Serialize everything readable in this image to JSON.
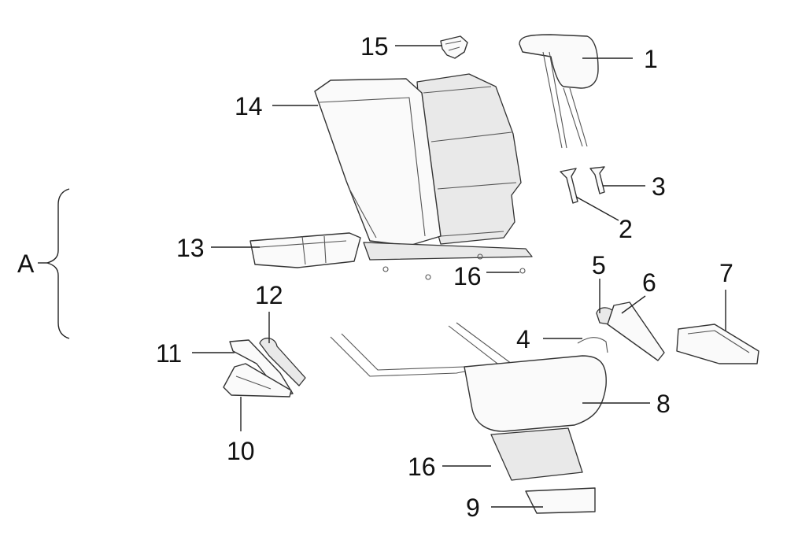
{
  "group_label": "A",
  "callouts": {
    "c1": "1",
    "c2": "2",
    "c3": "3",
    "c4": "4",
    "c5": "5",
    "c6": "6",
    "c7": "7",
    "c8": "8",
    "c9": "9",
    "c10": "10",
    "c11": "11",
    "c12": "12",
    "c13": "13",
    "c14": "14",
    "c15": "15",
    "c16a": "16",
    "c16b": "16"
  }
}
